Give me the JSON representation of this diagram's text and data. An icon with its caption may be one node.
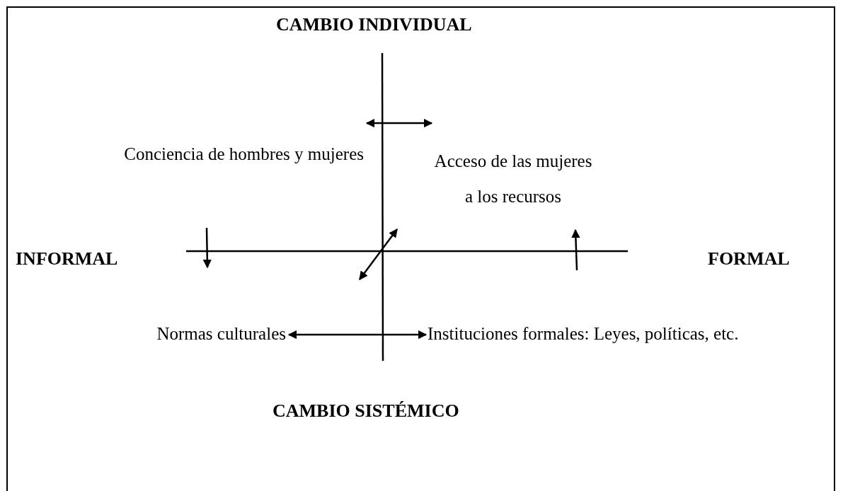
{
  "diagram": {
    "nodes": [
      {
        "text": [
          "Conciencia de hombres y mujeres"
        ]
      },
      {
        "text": [
          "Acceso de las mujeres a los recursos"
        ]
      },
      {
        "text": [
          "Normas culturales"
        ]
      },
      {
        "text": [
          "Instituciones formales: Leyes, políticas, etc."
        ]
      }
    ],
    "edges": [
      {
        "from": 0,
        "to": 1,
        "arrow": "both"
      },
      {
        "from": 2,
        "to": 3,
        "arrow": "both"
      }
    ],
    "labels": [
      "CAMBIO INDIVIDUAL",
      "INFORMAL",
      "FORMAL",
      "CAMBIO SISTÉMICO"
    ]
  }
}
